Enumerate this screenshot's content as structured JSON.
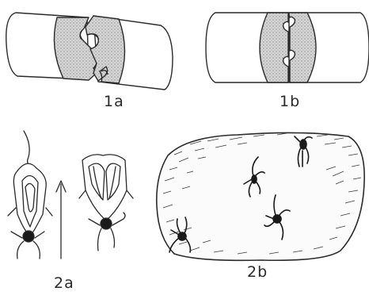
{
  "labels": {
    "fig_1a": "1a",
    "fig_1b": "1b",
    "fig_2a": "2a",
    "fig_2b": "2b"
  },
  "colors": {
    "ink": "#2a2a2a",
    "stipple": "#c9c9c9",
    "paper": "#ffffff"
  }
}
